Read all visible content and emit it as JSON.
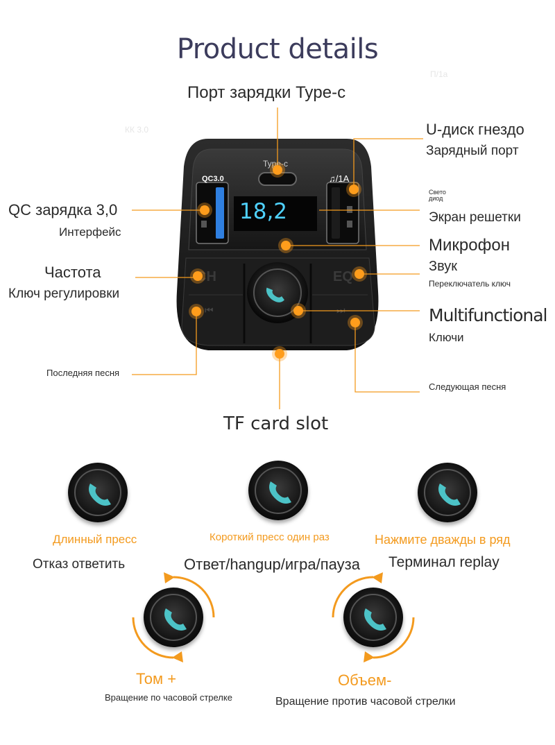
{
  "title": "Product details",
  "faint": {
    "top_right": "П/1а",
    "top_left": "КК 3.0"
  },
  "device": {
    "port_label": "Type-c",
    "qc_label": "QC3.0",
    "usb_label": "♫/1A",
    "screen_value": "18,2",
    "ch_label": "CH",
    "eq_label": "EQ"
  },
  "callouts": {
    "typec_port": "Порт зарядки Type-c",
    "udisk_1": "U-диск гнездо",
    "udisk_2": "Зарядный порт",
    "qc_1": "QC зарядка 3,0",
    "qc_2": "Интерфейс",
    "led_small": "Свето\nдиод",
    "screen": "Экран решетки",
    "mic": "Микрофон",
    "freq_1": "Частота",
    "freq_2": "Ключ регулировки",
    "sound_1": "Звук",
    "sound_2": "Переключатель ключ",
    "multi_1": "Multifunctional",
    "multi_2": "Ключи",
    "last_song": "Последняя песня",
    "next_song": "Следующая песня",
    "tf_slot": "TF card slot"
  },
  "controls": {
    "long_press": "Длинный пресс",
    "long_desc": "Отказ ответить",
    "short_press": "Короткий пресс один раз",
    "short_desc": "Ответ/hangup/игра/пауза",
    "double_press": "Нажмите дважды в ряд",
    "double_desc": "Терминал replay",
    "vol_up": "Том +",
    "vol_up_desc": "Вращение по часовой стрелке",
    "vol_down": "Объем-",
    "vol_down_desc": "Вращение против часовой стрелки"
  },
  "colors": {
    "accent": "#f39a1e",
    "screen_text": "#4fd2ff",
    "phone_icon": "#4cc3c7"
  }
}
